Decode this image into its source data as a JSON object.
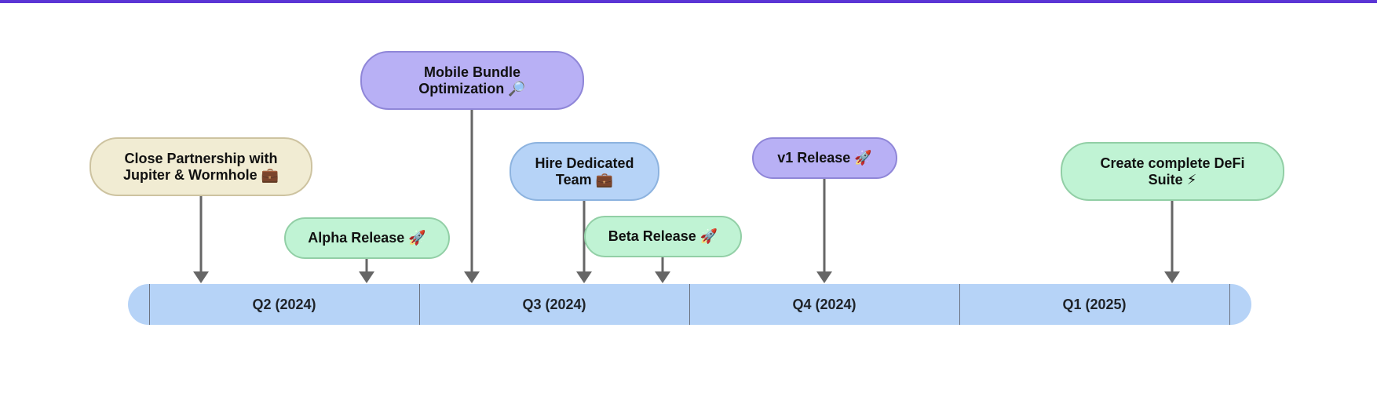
{
  "quarters": [
    "Q2 (2024)",
    "Q3 (2024)",
    "Q4 (2024)",
    "Q1 (2025)"
  ],
  "milestones": [
    {
      "line1": "Close Partnership with",
      "line2": "Jupiter & Wormhole",
      "icon": "💼",
      "icon_name": "briefcase-icon",
      "color": "#f1ecd3"
    },
    {
      "line1": "Alpha Release",
      "line2": "",
      "icon": "🚀",
      "icon_name": "rocket-icon",
      "color": "#c0f3d4"
    },
    {
      "line1": "Mobile Bundle",
      "line2": "Optimization",
      "icon": "🔎",
      "icon_name": "magnifier-icon",
      "color": "#b8b0f5"
    },
    {
      "line1": "Hire Dedicated",
      "line2": "Team",
      "icon": "💼",
      "icon_name": "briefcase-icon",
      "color": "#b6d3f7"
    },
    {
      "line1": "Beta Release",
      "line2": "",
      "icon": "🚀",
      "icon_name": "rocket-icon",
      "color": "#c0f3d4"
    },
    {
      "line1": "v1 Release",
      "line2": "",
      "icon": "🚀",
      "icon_name": "rocket-icon",
      "color": "#b8b0f5"
    },
    {
      "line1": "Create complete DeFi",
      "line2": "Suite",
      "icon": "⚡",
      "icon_name": "lightning-icon",
      "color": "#c0f3d4"
    }
  ],
  "colors": {
    "accent_bar": "#5b35d5",
    "timeline": "#b6d3f7",
    "arrow": "#666666"
  }
}
